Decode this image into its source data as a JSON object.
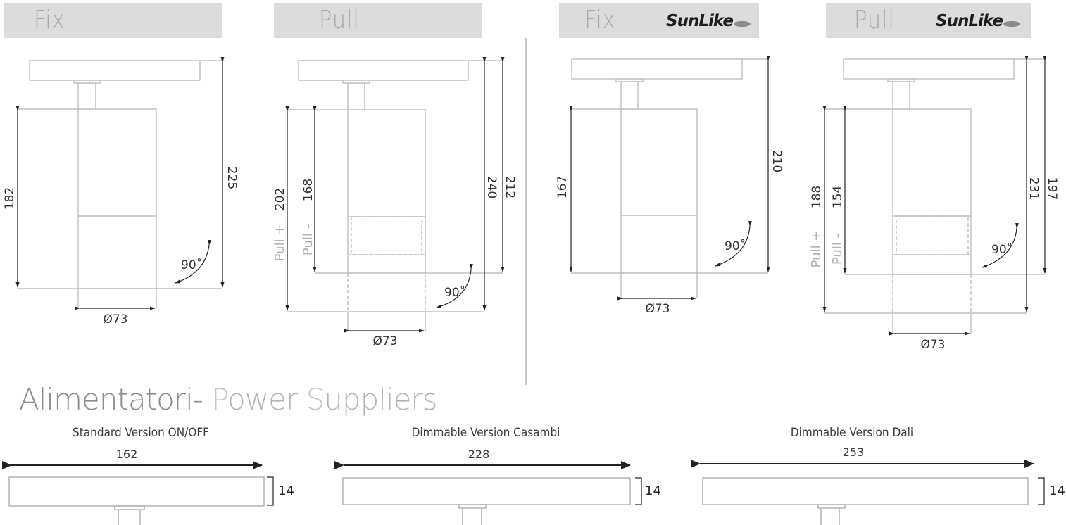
{
  "headers": [
    {
      "label": "Fix",
      "logo": null
    },
    {
      "label": "Pull",
      "logo": null
    },
    {
      "label": "Fix",
      "logo": "SunLike"
    },
    {
      "label": "Pull",
      "logo": "SunLike"
    }
  ],
  "drawings": {
    "fix": {
      "total_height": "225",
      "body_height": "182",
      "diameter": "Ø73",
      "rotation": "90˚"
    },
    "pull": {
      "pull_plus_label": "Pull +",
      "pull_plus_value": "202",
      "pull_minus_label": "Pull -",
      "pull_minus_value": "168",
      "total_max": "240",
      "total_min": "212",
      "diameter": "Ø73",
      "rotation": "90˚"
    },
    "fix_sunlike": {
      "total_height": "210",
      "body_height": "167",
      "diameter": "Ø73",
      "rotation": "90˚"
    },
    "pull_sunlike": {
      "pull_plus_label": "Pull +",
      "pull_plus_value": "188",
      "pull_minus_label": "Pull -",
      "pull_minus_value": "154",
      "total_max": "231",
      "total_min": "197",
      "diameter": "Ø73",
      "rotation": "90˚"
    }
  },
  "section_title": {
    "part1": "Alimentatori- ",
    "p": "P",
    "part2": "ower ",
    "s": "S",
    "part3": "uppliers"
  },
  "power_suppliers": [
    {
      "label": "Standard Version ON/OFF",
      "length": "162",
      "height": "14"
    },
    {
      "label": "Dimmable Version Casambi",
      "length": "228",
      "height": "14"
    },
    {
      "label": "Dimmable Version Dali",
      "length": "253",
      "height": "14"
    }
  ],
  "colors": {
    "header_bg": "#dcdcdc",
    "header_text": "#a9a9a9",
    "line": "#b4b4b4",
    "dim_line": "#222222"
  }
}
